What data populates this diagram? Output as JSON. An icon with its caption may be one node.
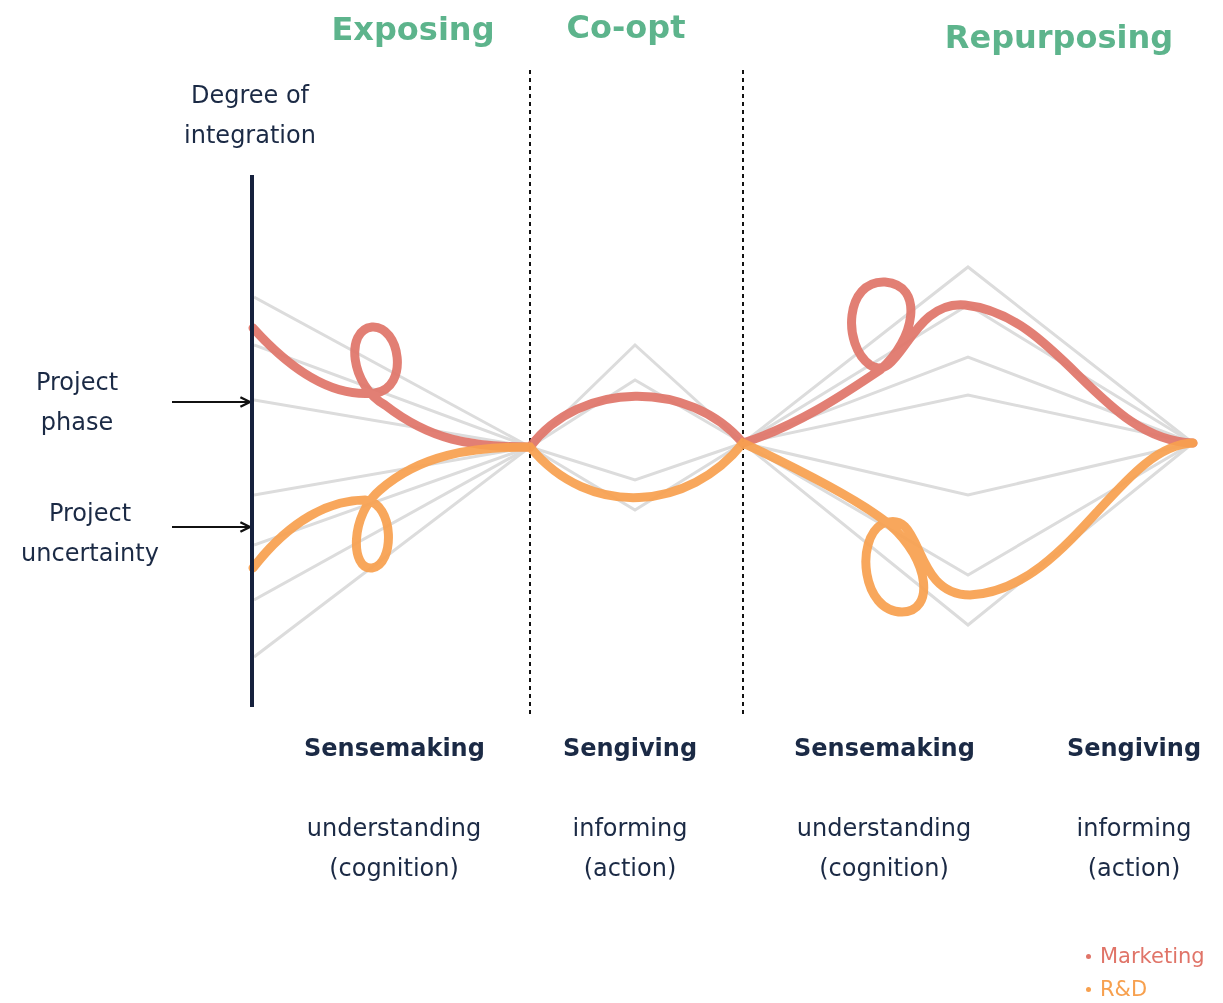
{
  "diagram": {
    "nodes": [
      {
        "text": [
          "Project phase"
        ]
      },
      {
        "text": [
          "Project uncertainty"
        ]
      },
      {
        "text": [],
        "shape": "bar"
      }
    ],
    "edges": [
      {
        "from": 0,
        "to": 2,
        "arrow": "to"
      },
      {
        "from": 1,
        "to": 2,
        "arrow": "to"
      }
    ],
    "labels": [
      "Exposing",
      "Co-opt",
      "Repurposing",
      "Degree of integration",
      "Sensemaking",
      "Sengiving",
      "Sensemaking",
      "Sengiving",
      "understanding (cognition)",
      "informing (action)",
      "understanding (cognition)",
      "informing (action)"
    ],
    "legend": [
      {
        "text": "Marketing",
        "color": "#e07468"
      },
      {
        "text": "R&D",
        "color": "#f7a04e"
      }
    ]
  }
}
